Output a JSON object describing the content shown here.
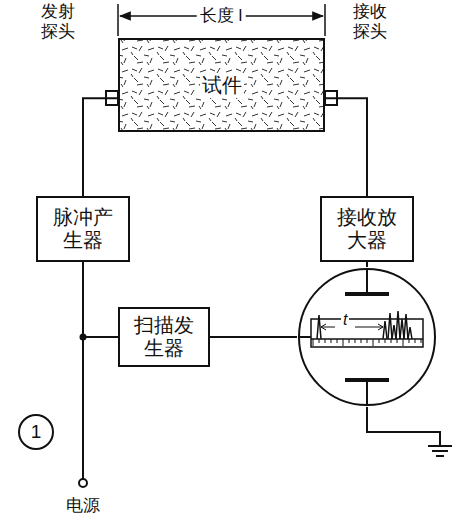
{
  "diagram": {
    "nodes": [
      {
        "text": [
          "试件"
        ]
      },
      {
        "text": [
          "脉冲产生器"
        ]
      },
      {
        "text": [
          "接收放大器"
        ]
      },
      {
        "text": [
          "扫描发生器"
        ]
      },
      {
        "text": [
          "t"
        ]
      }
    ],
    "edges": [
      {
        "from": 1,
        "to": 0,
        "arrow": "none"
      },
      {
        "from": 0,
        "to": 2,
        "arrow": "none"
      },
      {
        "from": 2,
        "to": 4,
        "arrow": "none"
      },
      {
        "from": 1,
        "to": 3,
        "arrow": "none"
      },
      {
        "from": 3,
        "to": 4,
        "arrow": "none"
      }
    ],
    "labels": [
      "发射探头",
      "长度 l",
      "接收探头",
      "1",
      "电源"
    ]
  }
}
